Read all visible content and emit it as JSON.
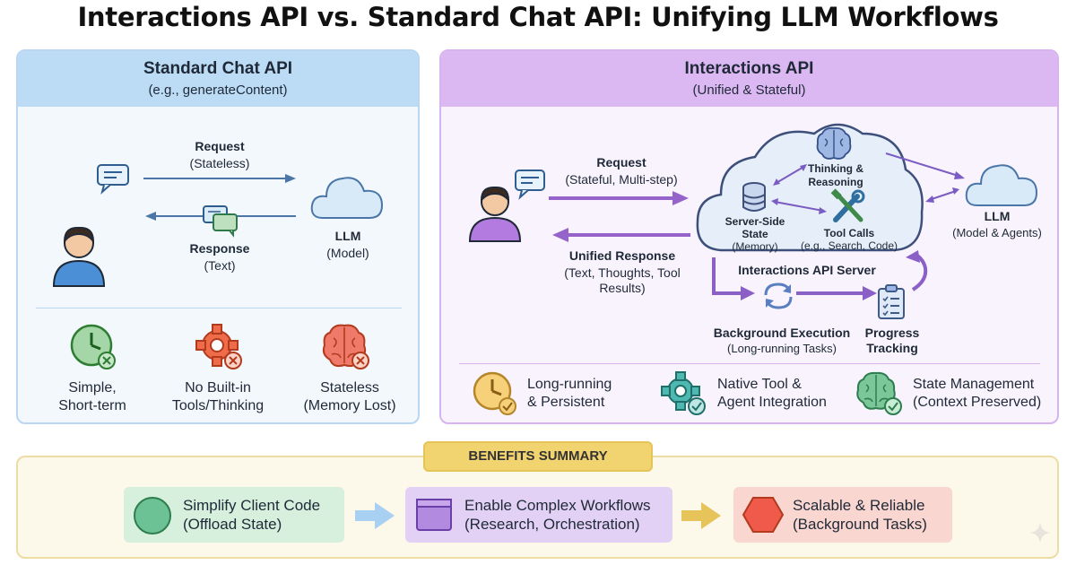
{
  "title": "Interactions API vs. Standard Chat API: Unifying LLM Workflows",
  "left": {
    "title": "Standard Chat API",
    "subtitle": "(e.g., generateContent)",
    "request": "Request",
    "request_sub": "(Stateless)",
    "response": "Response",
    "response_sub": "(Text)",
    "llm": "LLM",
    "llm_sub": "(Model)",
    "features": [
      {
        "line1": "Simple,",
        "line2": "Short-term",
        "icon": "clock-x-icon"
      },
      {
        "line1": "No Built-in",
        "line2": "Tools/Thinking",
        "icon": "gear-x-icon"
      },
      {
        "line1": "Stateless",
        "line2": "(Memory Lost)",
        "icon": "brain-x-icon"
      }
    ]
  },
  "right": {
    "title": "Interactions API",
    "subtitle": "(Unified & Stateful)",
    "request": "Request",
    "request_sub": "(Stateful, Multi-step)",
    "response": "Unified Response",
    "response_sub1": "(Text, Thoughts, Tool",
    "response_sub2": "Results)",
    "thinking1": "Thinking &",
    "thinking2": "Reasoning",
    "state1": "Server-Side",
    "state2": "State",
    "state3": "(Memory)",
    "tools1": "Tool Calls",
    "tools2": "(e.g., Search, Code)",
    "server": "Interactions API Server",
    "llm": "LLM",
    "llm_sub": "(Model & Agents)",
    "bg_exec": "Background Execution",
    "bg_exec_sub": "(Long-running Tasks)",
    "progress1": "Progress",
    "progress2": "Tracking",
    "features": [
      {
        "line1": "Long-running",
        "line2": "& Persistent",
        "icon": "clock-check-icon"
      },
      {
        "line1": "Native Tool &",
        "line2": "Agent Integration",
        "icon": "gear-check-icon"
      },
      {
        "line1": "State Management",
        "line2": "(Context Preserved)",
        "icon": "brain-check-icon"
      }
    ]
  },
  "benefits": {
    "tag": "BENEFITS SUMMARY",
    "items": [
      {
        "line1": "Simplify Client Code",
        "line2": "(Offload State)"
      },
      {
        "line1": "Enable Complex Workflows",
        "line2": "(Research, Orchestration)"
      },
      {
        "line1": "Scalable & Reliable",
        "line2": "(Background Tasks)"
      }
    ]
  },
  "colors": {
    "blue_header": "#bcdcf5",
    "purple_header": "#dcb8f3",
    "arrow_blue": "#4b76a8",
    "arrow_purple": "#9563c9",
    "benefit_green": "#d6f0dd",
    "benefit_purple": "#e3d1f5",
    "benefit_red": "#f9d6cf"
  }
}
